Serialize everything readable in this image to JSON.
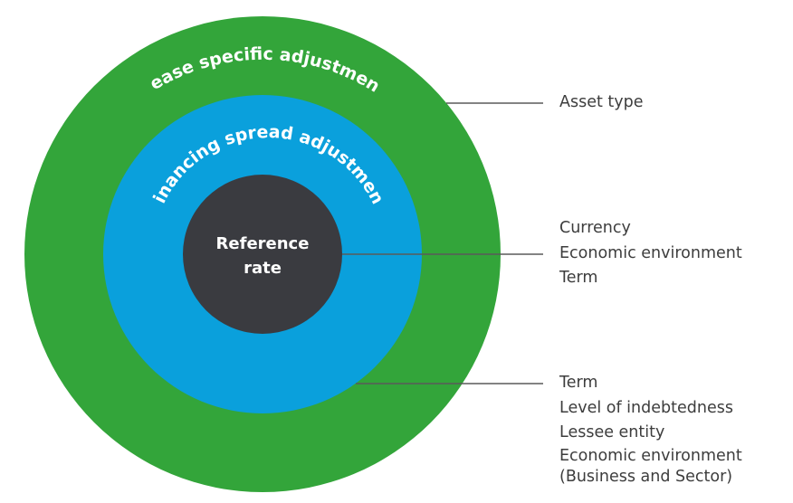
{
  "layers": {
    "outer": {
      "label": "Lease specific adjustment",
      "color": "#33a53a"
    },
    "middle": {
      "label": "Financing spread adjustment",
      "color": "#0aa0dc"
    },
    "core": {
      "label_line1": "Reference",
      "label_line2": "rate",
      "color": "#3a3b40"
    }
  },
  "connector_color": "#5a5a5a",
  "factors": {
    "outer": [
      "Asset type"
    ],
    "middle": [
      "Currency",
      "Economic environment",
      "Term"
    ],
    "core": [
      "Term",
      "Level of indebtedness",
      "Lessee entity",
      "Economic environment",
      "(Business and Sector)"
    ]
  }
}
